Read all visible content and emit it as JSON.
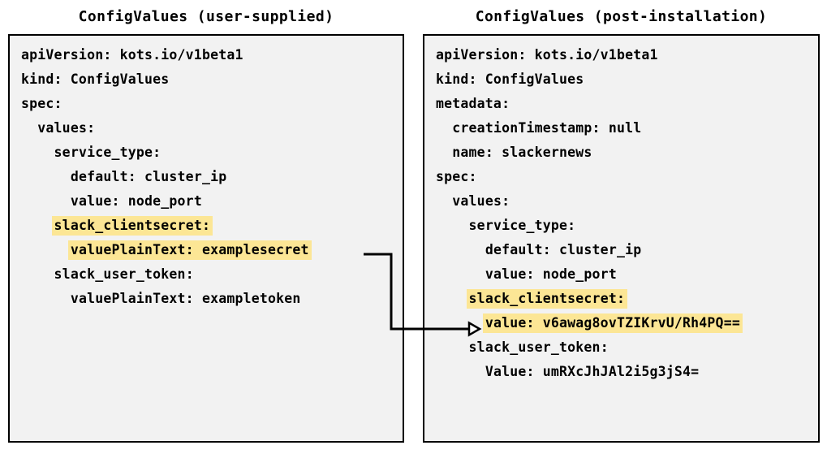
{
  "panels": {
    "left": {
      "title": "ConfigValues (user-supplied)",
      "lines": [
        {
          "text": "apiVersion: kots.io/v1beta1",
          "highlight": false
        },
        {
          "text": "kind: ConfigValues",
          "highlight": false
        },
        {
          "text": "spec:",
          "highlight": false
        },
        {
          "text": "  values:",
          "highlight": false
        },
        {
          "text": "    service_type:",
          "highlight": false
        },
        {
          "text": "      default: cluster_ip",
          "highlight": false
        },
        {
          "text": "      value: node_port",
          "highlight": false
        },
        {
          "text": "    slack_clientsecret:",
          "highlight": true
        },
        {
          "text": "      valuePlainText: examplesecret",
          "highlight": true
        },
        {
          "text": "    slack_user_token:",
          "highlight": false
        },
        {
          "text": "      valuePlainText: exampletoken",
          "highlight": false
        }
      ]
    },
    "right": {
      "title": "ConfigValues (post-installation)",
      "lines": [
        {
          "text": "apiVersion: kots.io/v1beta1",
          "highlight": false
        },
        {
          "text": "kind: ConfigValues",
          "highlight": false
        },
        {
          "text": "metadata:",
          "highlight": false
        },
        {
          "text": "  creationTimestamp: null",
          "highlight": false
        },
        {
          "text": "  name: slackernews",
          "highlight": false
        },
        {
          "text": "spec:",
          "highlight": false
        },
        {
          "text": "  values:",
          "highlight": false
        },
        {
          "text": "    service_type:",
          "highlight": false
        },
        {
          "text": "      default: cluster_ip",
          "highlight": false
        },
        {
          "text": "      value: node_port",
          "highlight": false
        },
        {
          "text": "    slack_clientsecret:",
          "highlight": true
        },
        {
          "text": "      value: v6awag8ovTZIKrvU/Rh4PQ==",
          "highlight": true
        },
        {
          "text": "    slack_user_token:",
          "highlight": false
        },
        {
          "text": "      Value: umRXcJhJAl2i5g3jS4=",
          "highlight": false
        }
      ]
    }
  },
  "connector": {
    "from_label": "valuePlainText: examplesecret",
    "to_label": "value: v6awag8ovTZIKrvU/Rh4PQ==",
    "stroke_color": "#000000"
  },
  "colors": {
    "highlight": "#fce695",
    "box_background": "#f2f2f2",
    "box_border": "#000000",
    "text": "#000000",
    "page_background": "#ffffff"
  }
}
